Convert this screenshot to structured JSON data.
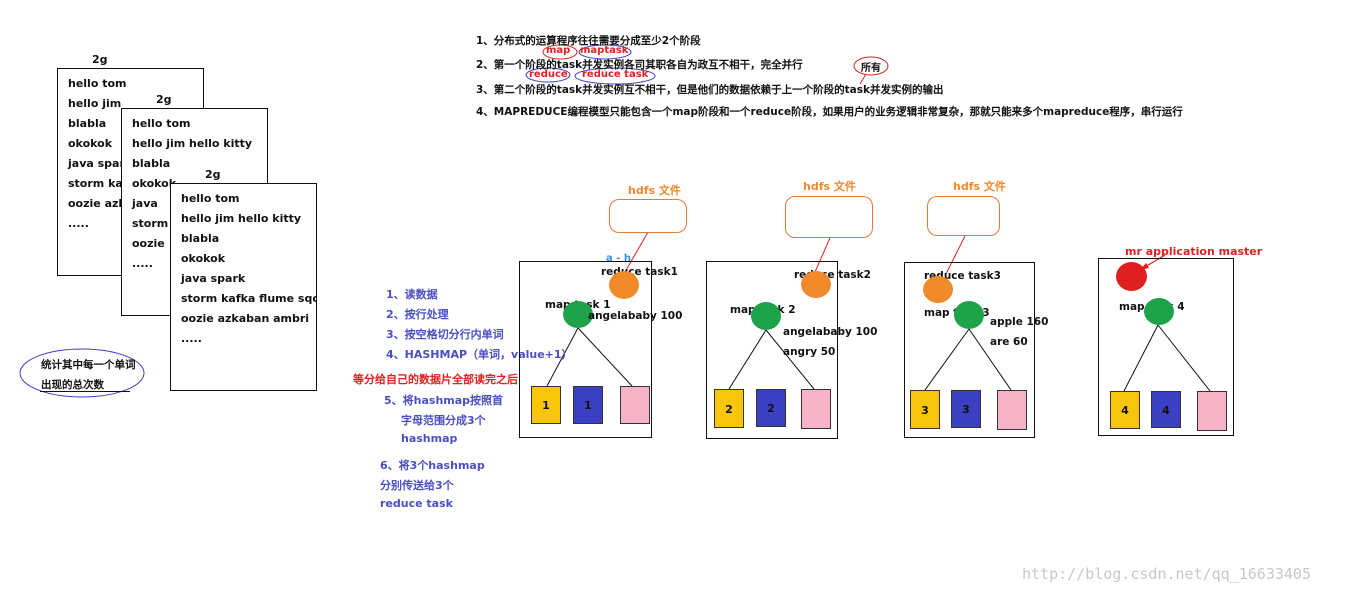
{
  "documents": {
    "size_label": "2g",
    "doc1_lines": [
      "hello tom",
      "hello jim",
      "blabla",
      "okokok",
      "java  spark",
      "storm kafka",
      "oozie  azkaban",
      "....."
    ],
    "doc2_lines": [
      "hello tom",
      "hello jim  hello kitty",
      "blabla",
      "okokok",
      "java",
      "storm",
      "oozie",
      "....."
    ],
    "doc3_lines": [
      "hello tom",
      "hello jim  hello kitty",
      "blabla",
      "okokok",
      "java   spark",
      "storm kafka  flume sqoop",
      "oozie  azkaban  ambri",
      "....."
    ]
  },
  "task_ellipse": [
    "统计其中每一个单词",
    "出现的总次数"
  ],
  "notes": [
    "1、分布式的运算程序往往需要分成至少2个阶段",
    "2、第一个阶段的task并发实例各司其职各自为政互不相干，完全并行",
    "3、第二个阶段的task并发实例互不相干，但是他们的数据依赖于上一个阶段的task并发实例的输出",
    "4、MAPREDUCE编程模型只能包含一个map阶段和一个reduce阶段，如果用户的业务逻辑非常复杂，那就只能来多个mapreduce程序，串行运行"
  ],
  "annotations": {
    "map": "map",
    "maptask": "maptask",
    "reduce": "reduce",
    "reduce_task": "reduce task",
    "all": "所有"
  },
  "steps": [
    "1、读数据",
    "2、按行处理",
    "3、按空格切分行内单词",
    "4、HASHMAP（单词，value+1）"
  ],
  "step_wait": "等分给自己的数据片全部读完之后",
  "step5": [
    "5、将hashmap按照首",
    "字母范围分成3个",
    "hashmap"
  ],
  "step6": [
    "6、将3个hashmap",
    "分别传送给3个",
    "reduce task"
  ],
  "hdfs_label": "hdfs 文件",
  "range_label": "a - h",
  "tasks": {
    "t1": {
      "reduce": "reduce task1",
      "map": "map task 1",
      "kv": [
        "angelababy 100"
      ],
      "sq_num": "1"
    },
    "t2": {
      "reduce": "reduce task2",
      "map": "map task 2",
      "kv": [
        "angelababy 100",
        "angry 50"
      ],
      "sq_num": "2"
    },
    "t3": {
      "reduce": "reduce task3",
      "map": "map task 3",
      "kv": [
        "apple  160",
        "are 60"
      ],
      "sq_num": "3"
    },
    "t4": {
      "map": "map task 4",
      "sq_num": "4"
    }
  },
  "app_master": "mr application master",
  "watermark": "http://blog.csdn.net/qq_16633405",
  "colors": {
    "orange": "#f08a2a",
    "green": "#1fa34a",
    "yellow": "#f7c60b",
    "blue": "#3b3fc2",
    "pink": "#f5b4c8",
    "red": "#e02020",
    "step_blue": "#4a4fc4"
  }
}
